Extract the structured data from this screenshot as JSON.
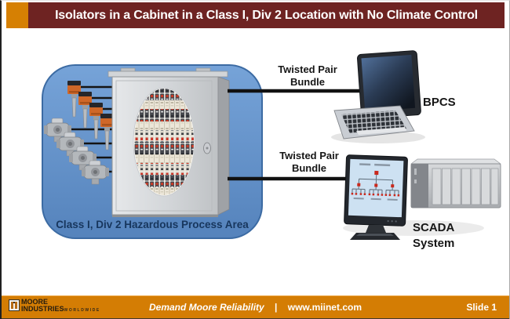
{
  "slide": {
    "title": "Isolators in a Cabinet in a Class I, Div 2 Location with No Climate Control",
    "slide_number": "Slide 1"
  },
  "diagram": {
    "hazardous_area_label": "Class I, Div 2 Hazardous Process Area",
    "bpcs_connection": {
      "line1": "Twisted Pair",
      "line2": "Bundle"
    },
    "scada_connection": {
      "line1": "Twisted Pair",
      "line2": "Bundle"
    },
    "bpcs_label": "BPCS",
    "scada_label": {
      "line1": "SCADA",
      "line2": "System"
    },
    "components": {
      "level_transmitters": 4,
      "pressure_transmitters": 4,
      "cabinet": "isolator cabinet with oval window of terminal-mounted isolators",
      "bpcs_station": "desktop monitor with keyboard",
      "scada_station": "monitor with network tree diagram and controller rack"
    }
  },
  "footer": {
    "logo": {
      "line1": "MOORE",
      "line2": "INDUSTRIES",
      "line3": "WORLDWIDE"
    },
    "slogan": "Demand Moore Reliability",
    "separator": "|",
    "website": "www.miinet.com"
  },
  "colors": {
    "title_bar_maroon": "#6e2322",
    "accent_orange": "#d68003",
    "footer_orange": "#d47d04",
    "hazard_area_blue": "#6597ce",
    "hazard_area_border": "#3c6ba3",
    "hazard_label_navy": "#17365d",
    "wire_black": "#141414",
    "isolator_red": "#c73b27"
  }
}
